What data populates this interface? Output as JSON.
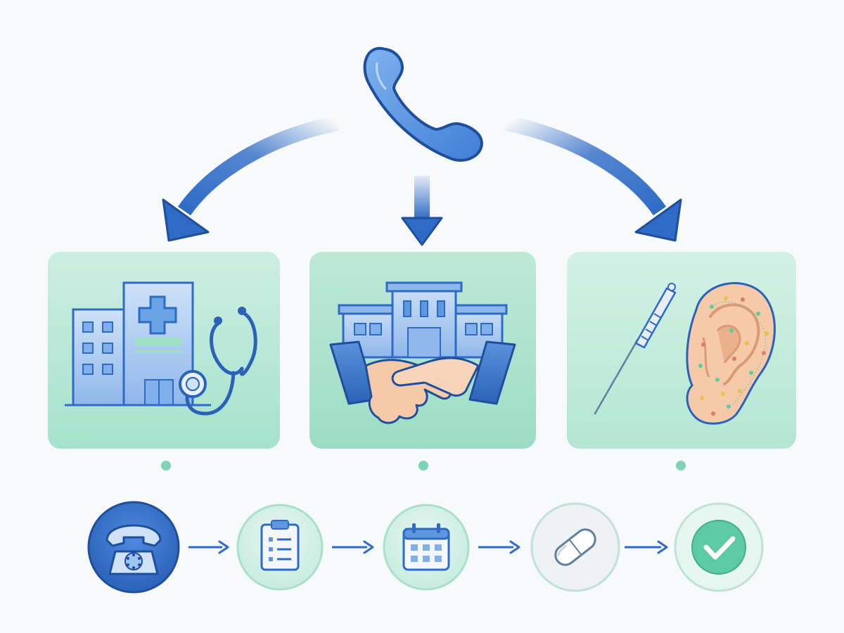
{
  "colors": {
    "background": "#f7f9fb",
    "primary_blue": "#2e6bc6",
    "dark_blue": "#1f4f9c",
    "light_blue": "#9fc4ee",
    "panel_mint_top": "#c9eee0",
    "panel_mint_bottom": "#9fe0c9",
    "step_circle_fill": "#d6f1e8",
    "step_circle_stroke": "#a9e0cc",
    "check_green": "#5ccaa5",
    "skin": "#f6c9a8"
  },
  "source": {
    "icon": "phone-handset-icon"
  },
  "branches": [
    {
      "id": "clinic",
      "icon": "hospital-building-icon",
      "secondary_icon": "stethoscope-icon"
    },
    {
      "id": "partnership",
      "icon": "office-building-icon",
      "secondary_icon": "handshake-icon"
    },
    {
      "id": "acupuncture",
      "icon": "acupuncture-needle-icon",
      "secondary_icon": "ear-acupoints-icon"
    }
  ],
  "process_steps": [
    {
      "icon": "rotary-telephone-icon",
      "active": true
    },
    {
      "icon": "clipboard-checklist-icon",
      "active": false
    },
    {
      "icon": "calendar-icon",
      "active": false
    },
    {
      "icon": "pill-capsule-icon",
      "active": false
    },
    {
      "icon": "checkmark-icon",
      "active": false
    }
  ]
}
